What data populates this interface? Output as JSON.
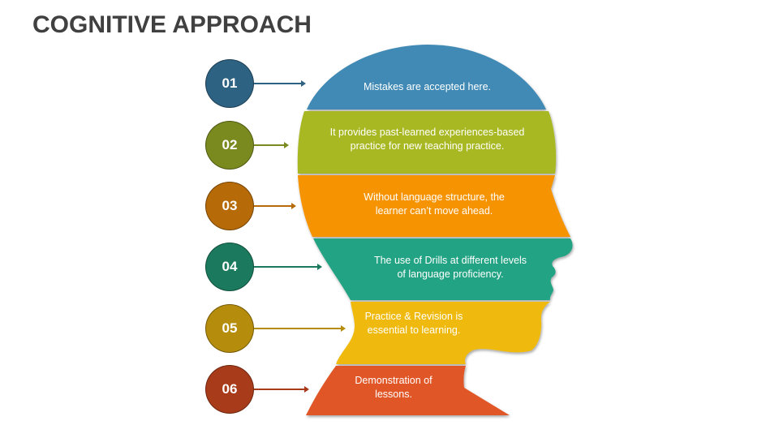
{
  "title": "COGNITIVE APPROACH",
  "steps": [
    {
      "number": "01",
      "text_line1": "Mistakes are accepted here.",
      "text_line2": "",
      "circle_color": "#2e6282",
      "band_color": "#3f8ab5"
    },
    {
      "number": "02",
      "text_line1": "It provides past-learned experiences-based",
      "text_line2": "practice for new teaching practice.",
      "circle_color": "#7a8a1f",
      "band_color": "#a8b824"
    },
    {
      "number": "03",
      "text_line1": "Without language structure, the",
      "text_line2": "learner can’t move ahead.",
      "circle_color": "#b66a08",
      "band_color": "#f59300"
    },
    {
      "number": "04",
      "text_line1": "The use of Drills at different levels",
      "text_line2": "of language proficiency.",
      "circle_color": "#1b7a5e",
      "band_color": "#21a383"
    },
    {
      "number": "05",
      "text_line1": "Practice & Revision is",
      "text_line2": "essential to learning.",
      "circle_color": "#b58c0c",
      "band_color": "#efb90e"
    },
    {
      "number": "06",
      "text_line1": "Demonstration of",
      "text_line2": "lessons.",
      "circle_color": "#a83b1a",
      "band_color": "#e05626"
    }
  ]
}
